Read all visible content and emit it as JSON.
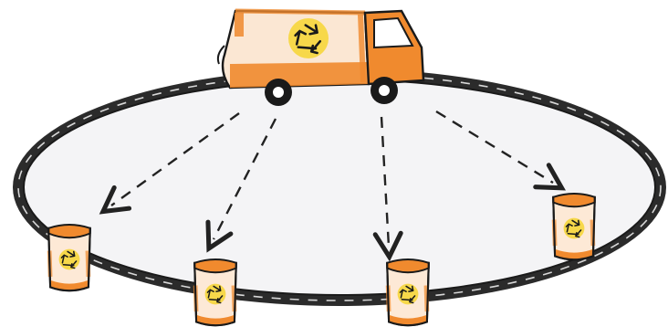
{
  "colors": {
    "background": "#ffffff",
    "road": "#2b2b2b",
    "road_dash": "#d8d8d8",
    "lot": "#f4f4f6",
    "truck_orange": "#f08a2e",
    "truck_light": "#fbe7d3",
    "bin_orange": "#f08a2e",
    "bin_light": "#fde9d6",
    "recycle_yellow": "#f7d84a",
    "ink": "#1a1a1a",
    "arrow": "#222222"
  },
  "icons": {
    "truck": "garbage-truck-icon",
    "bin": "recycling-bin-icon",
    "recycle": "recycle-symbol-icon",
    "arrow": "dashed-arrow-icon"
  },
  "diagram": {
    "type": "route-diagram",
    "nodes": [
      {
        "id": "truck",
        "kind": "garbage-truck"
      },
      {
        "id": "bin-1",
        "kind": "recycling-bin"
      },
      {
        "id": "bin-2",
        "kind": "recycling-bin"
      },
      {
        "id": "bin-3",
        "kind": "recycling-bin"
      },
      {
        "id": "bin-4",
        "kind": "recycling-bin"
      }
    ],
    "edges": [
      {
        "from": "truck",
        "to": "bin-1",
        "style": "dashed-arrow"
      },
      {
        "from": "truck",
        "to": "bin-2",
        "style": "dashed-arrow"
      },
      {
        "from": "truck",
        "to": "bin-3",
        "style": "dashed-arrow"
      },
      {
        "from": "truck",
        "to": "bin-4",
        "style": "dashed-arrow"
      }
    ]
  }
}
